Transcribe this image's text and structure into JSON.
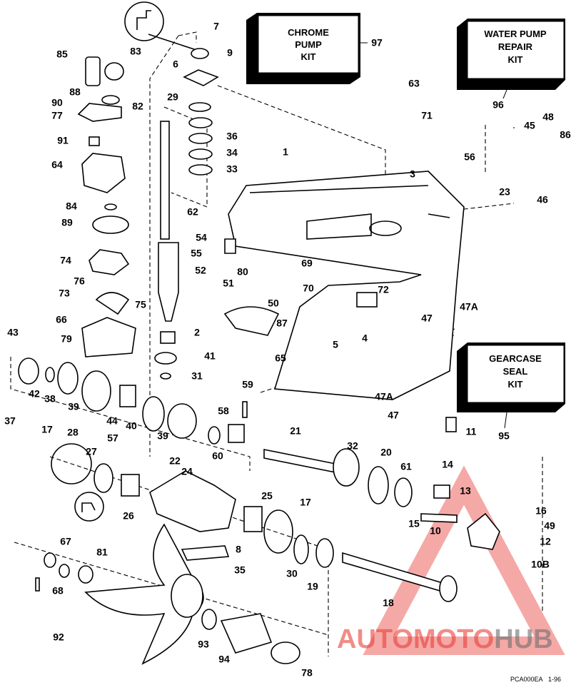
{
  "kits": {
    "chrome": [
      "CHROME",
      "PUMP",
      "KIT"
    ],
    "chrome_ref": "97",
    "water": [
      "WATER PUMP",
      "REPAIR",
      "KIT"
    ],
    "water_ref": "96",
    "seal": [
      "GEARCASE",
      "SEAL",
      "KIT"
    ],
    "seal_ref": "95"
  },
  "labels": [
    "7",
    "9",
    "85",
    "83",
    "6",
    "88",
    "29",
    "90",
    "82",
    "77",
    "36",
    "91",
    "34",
    "64",
    "33",
    "1",
    "3",
    "63",
    "71",
    "56",
    "48",
    "45",
    "86",
    "23",
    "46",
    "84",
    "62",
    "89",
    "54",
    "55",
    "52",
    "51",
    "80",
    "69",
    "50",
    "70",
    "74",
    "76",
    "73",
    "75",
    "72",
    "47A",
    "47",
    "66",
    "43",
    "79",
    "2",
    "87",
    "4",
    "5",
    "65",
    "41",
    "31",
    "42",
    "38",
    "39",
    "37",
    "44",
    "40",
    "39",
    "59",
    "58",
    "60",
    "47A",
    "47",
    "11",
    "17",
    "28",
    "57",
    "27",
    "22",
    "21",
    "32",
    "20",
    "61",
    "14",
    "13",
    "26",
    "24",
    "25",
    "17",
    "16",
    "15",
    "10",
    "49",
    "12",
    "8",
    "67",
    "81",
    "35",
    "30",
    "19",
    "10B",
    "18",
    "68",
    "92",
    "93",
    "94",
    "78"
  ],
  "watermark": {
    "part1": "AUTOMOTO",
    "part2": "HUB",
    "color_red": "#e8403a",
    "color_gray": "#6e6e6e"
  },
  "footer": {
    "code": "PCA000EA",
    "date": "1-96"
  }
}
